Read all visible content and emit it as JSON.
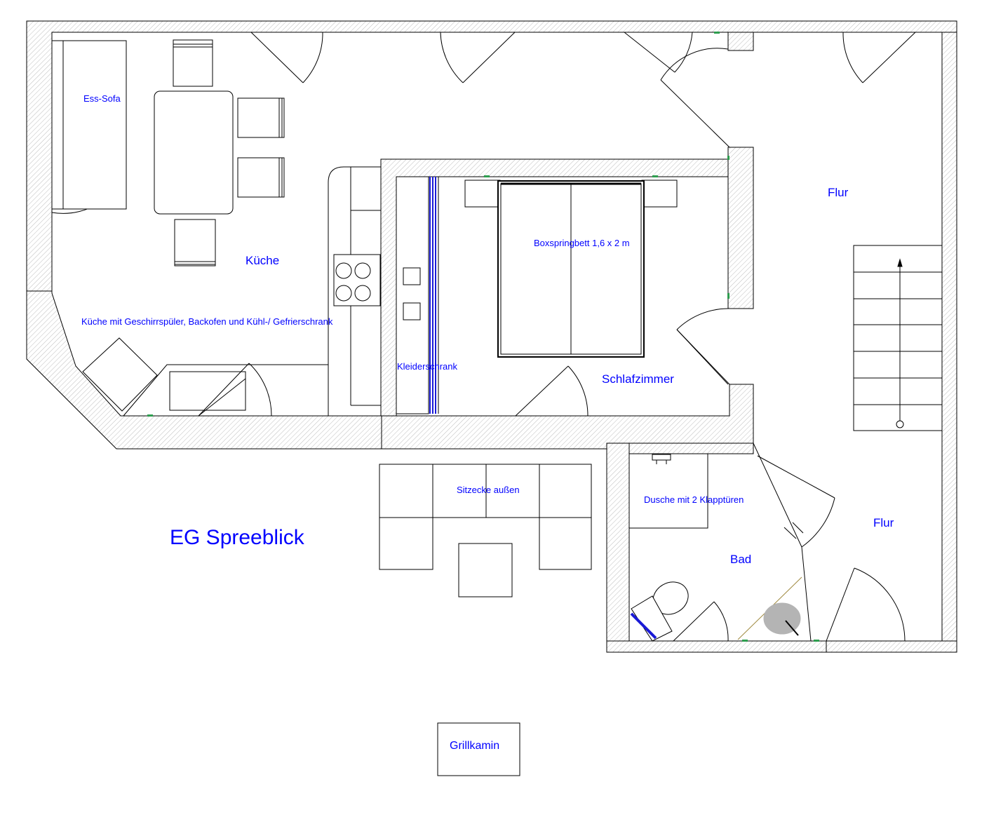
{
  "plan": {
    "title": "EG Spreeblick",
    "rooms": {
      "kitchen": "Küche",
      "bedroom": "Schlafzimmer",
      "hall_top": "Flur",
      "hall_bottom": "Flur",
      "bath": "Bad"
    },
    "furniture": {
      "sofa": "Ess-Sofa",
      "kitchen_note": "Küche mit Geschirrspüler, Backofen und Kühl-/ Gefrierschrank",
      "bed": "Boxspringbett 1,6 x 2 m",
      "wardrobe": "Kleiderschrank",
      "outdoor_seating": "Sitzecke außen",
      "shower": "Dusche mit 2 Klapptüren",
      "grill": "Grillkamin"
    }
  },
  "colors": {
    "text": "#0000ff",
    "lines": "#000000",
    "wall_hatch": "#bdbdbd",
    "accent_green": "#2e9e4f",
    "wardrobe_blue": "#1a1ad6",
    "fixture_gray": "#b4b4b4"
  }
}
